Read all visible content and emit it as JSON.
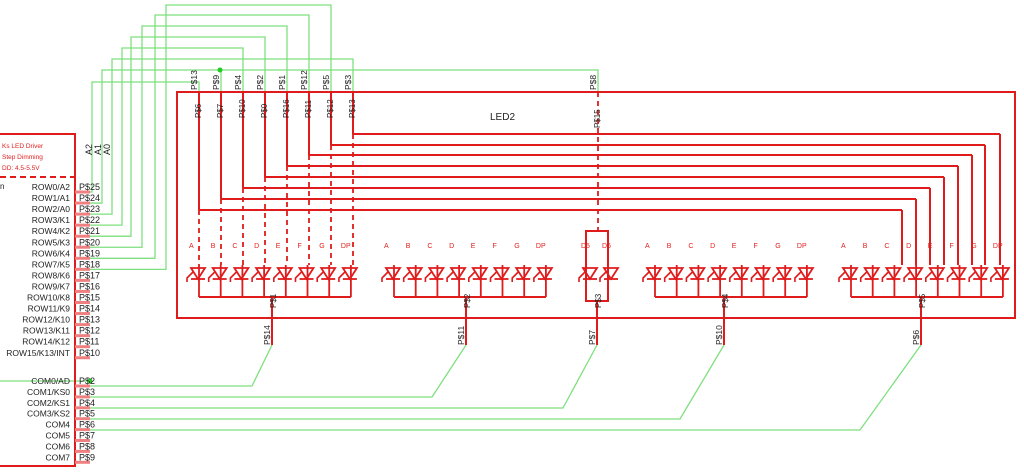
{
  "colors": {
    "part": "#e01b1b",
    "pin_stub": "#f08080",
    "wire": "#7ee07e",
    "junction": "#22cc22",
    "text": "#222222",
    "segment_label": "#e02020"
  },
  "driver": {
    "title_lines": [
      "Ks LED Driver",
      "Step Dimming",
      "DD:    4.5-5.5V"
    ],
    "row_pins": [
      {
        "name": "ROW0/A2",
        "pad": "P$25"
      },
      {
        "name": "ROW1/A1",
        "pad": "P$24"
      },
      {
        "name": "ROW2/A0",
        "pad": "P$23"
      },
      {
        "name": "ROW3/K1",
        "pad": "P$22"
      },
      {
        "name": "ROW4/K2",
        "pad": "P$21"
      },
      {
        "name": "ROW5/K3",
        "pad": "P$20"
      },
      {
        "name": "ROW6/K4",
        "pad": "P$19"
      },
      {
        "name": "ROW7/K5",
        "pad": "P$18"
      },
      {
        "name": "ROW8/K6",
        "pad": "P$17"
      },
      {
        "name": "ROW9/K7",
        "pad": "P$16"
      },
      {
        "name": "ROW10/K8",
        "pad": "P$15"
      },
      {
        "name": "ROW11/K9",
        "pad": "P$14"
      },
      {
        "name": "ROW12/K10",
        "pad": "P$13"
      },
      {
        "name": "ROW13/K11",
        "pad": "P$12"
      },
      {
        "name": "ROW14/K12",
        "pad": "P$11"
      },
      {
        "name": "ROW15/K13/INT",
        "pad": "P$10"
      }
    ],
    "com_pins": [
      {
        "name": "COM0/AD",
        "pad": "P$2"
      },
      {
        "name": "COM1/KS0",
        "pad": "P$3"
      },
      {
        "name": "COM2/KS1",
        "pad": "P$4"
      },
      {
        "name": "COM3/KS2",
        "pad": "P$5"
      },
      {
        "name": "COM4",
        "pad": "P$6"
      },
      {
        "name": "COM5",
        "pad": "P$7"
      },
      {
        "name": "COM6",
        "pad": "P$8"
      },
      {
        "name": "COM7",
        "pad": "P$9"
      }
    ],
    "address_labels": [
      "A2",
      "A1",
      "A0"
    ]
  },
  "led": {
    "name": "LED2",
    "top_outer_pads": [
      "P$13",
      "P$9",
      "P$4",
      "P$2",
      "P$1",
      "P$12",
      "P$5",
      "P$3"
    ],
    "top_inner_pads": [
      "P$6",
      "P$7",
      "P$10",
      "P$0",
      "P$16",
      "P$11",
      "P$12",
      "P$13"
    ],
    "extra_outer_pad": "P$8",
    "extra_inner_pad": "P$15",
    "segment_labels": [
      "A",
      "B",
      "C",
      "D",
      "E",
      "F",
      "G",
      "DP"
    ],
    "digits": [
      {
        "label": "P$1",
        "bottom_pad": "P$14"
      },
      {
        "label": "P$2",
        "bottom_pad": "P$11"
      },
      {
        "label": "P$3",
        "bottom_pad": "P$7",
        "segments": [
          "D5",
          "D6"
        ]
      },
      {
        "label": "P$4",
        "bottom_pad": "P$10"
      },
      {
        "label": "P$5",
        "bottom_pad": "P$6"
      }
    ]
  }
}
